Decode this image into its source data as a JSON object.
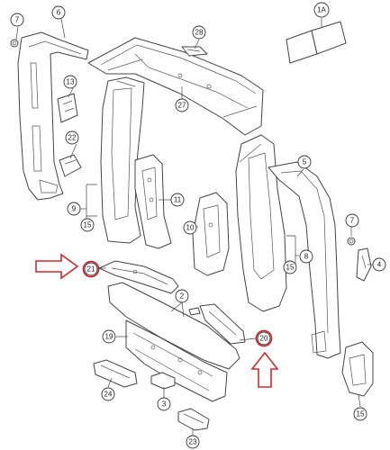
{
  "callouts": {
    "c1a": "1A",
    "c28": "28",
    "c27": "27",
    "c6": "6",
    "c7a": "7",
    "c13": "13",
    "c22": "22",
    "c9": "9",
    "c15a": "15",
    "c11": "11",
    "c10": "10",
    "c5": "5",
    "c7b": "7",
    "c4": "4",
    "c8": "8",
    "c15b": "15",
    "c21": "21",
    "c2": "2",
    "c19": "19",
    "c20": "20",
    "c24": "24",
    "c3": "3",
    "c15c": "15",
    "c23": "23"
  },
  "colors": {
    "line": "#444444",
    "highlight": "#cc1f1f",
    "arrow": "#d12a2a",
    "background": "#ffffff"
  }
}
